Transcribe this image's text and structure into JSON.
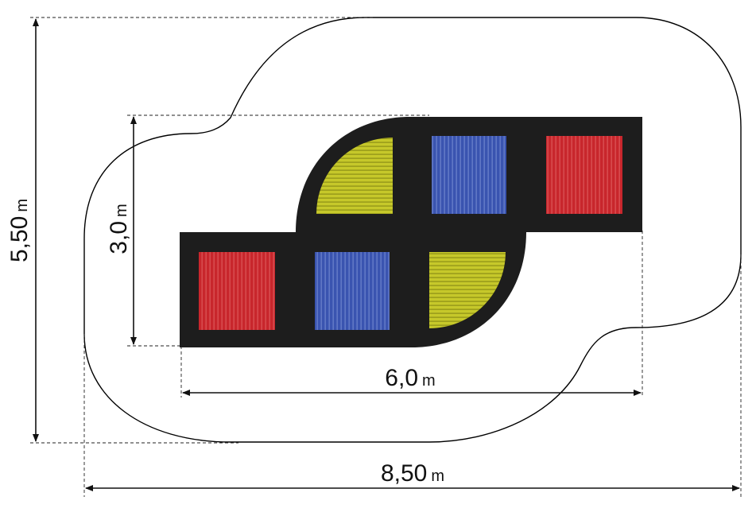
{
  "dimensions": {
    "total_height": {
      "value": "5,50",
      "unit": "m"
    },
    "inner_height": {
      "value": "3,0",
      "unit": "m"
    },
    "inner_width": {
      "value": "6,0",
      "unit": "m"
    },
    "total_width": {
      "value": "8,50",
      "unit": "m"
    }
  },
  "colors": {
    "background": "#ffffff",
    "outline": "#000000",
    "mat": "#1d1d1d",
    "tile_red": "#c8262c",
    "tile_blue": "#3a54b0",
    "tile_yellow": "#c6c82a"
  },
  "tiles": [
    {
      "color": "red"
    },
    {
      "color": "blue"
    },
    {
      "color": "yellow"
    },
    {
      "color": "yellow"
    },
    {
      "color": "blue"
    },
    {
      "color": "red"
    }
  ]
}
